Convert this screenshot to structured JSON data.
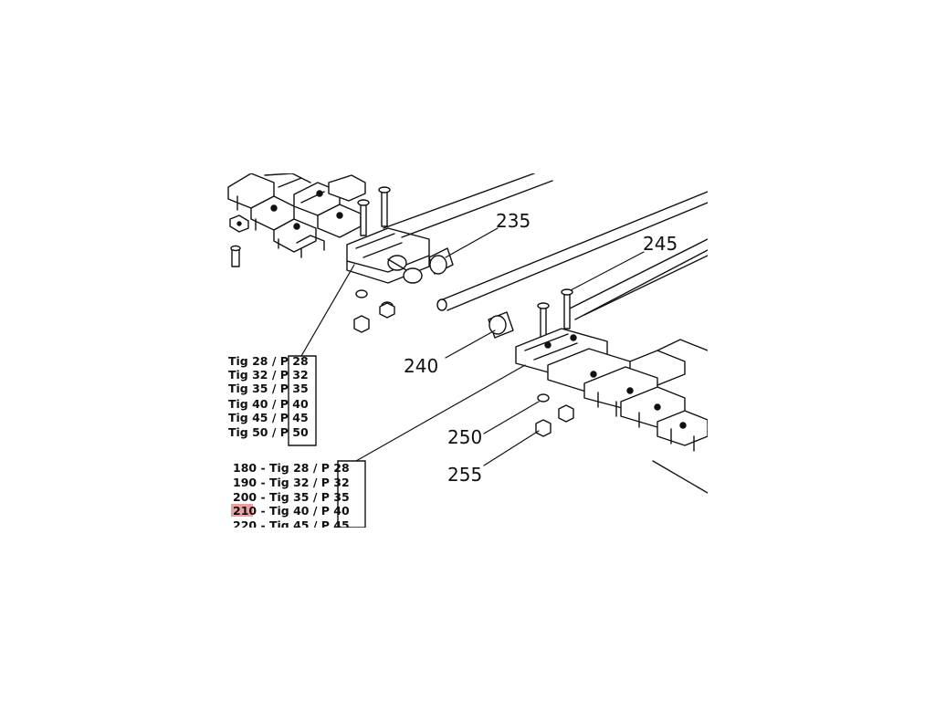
{
  "callouts": {
    "c235": "235",
    "c245": "245",
    "c240": "240",
    "c250": "250",
    "c255": "255"
  },
  "table_left": [
    "Tig 28 / P 28",
    "Tig 32 / P 32",
    "Tig 35 / P 35",
    "Tig 40 / P 40",
    "Tig 45 / P 45",
    "Tig 50 / P 50"
  ],
  "table_right": [
    "180 - Tig 28 / P 28",
    "190 - Tig 32 / P 32",
    "200 - Tig 35 / P 35",
    "210 - Tig 40 / P 40",
    "220 - Tig 45 / P 45"
  ],
  "highlight": {
    "item": "210",
    "color": "#e8a0a0"
  }
}
